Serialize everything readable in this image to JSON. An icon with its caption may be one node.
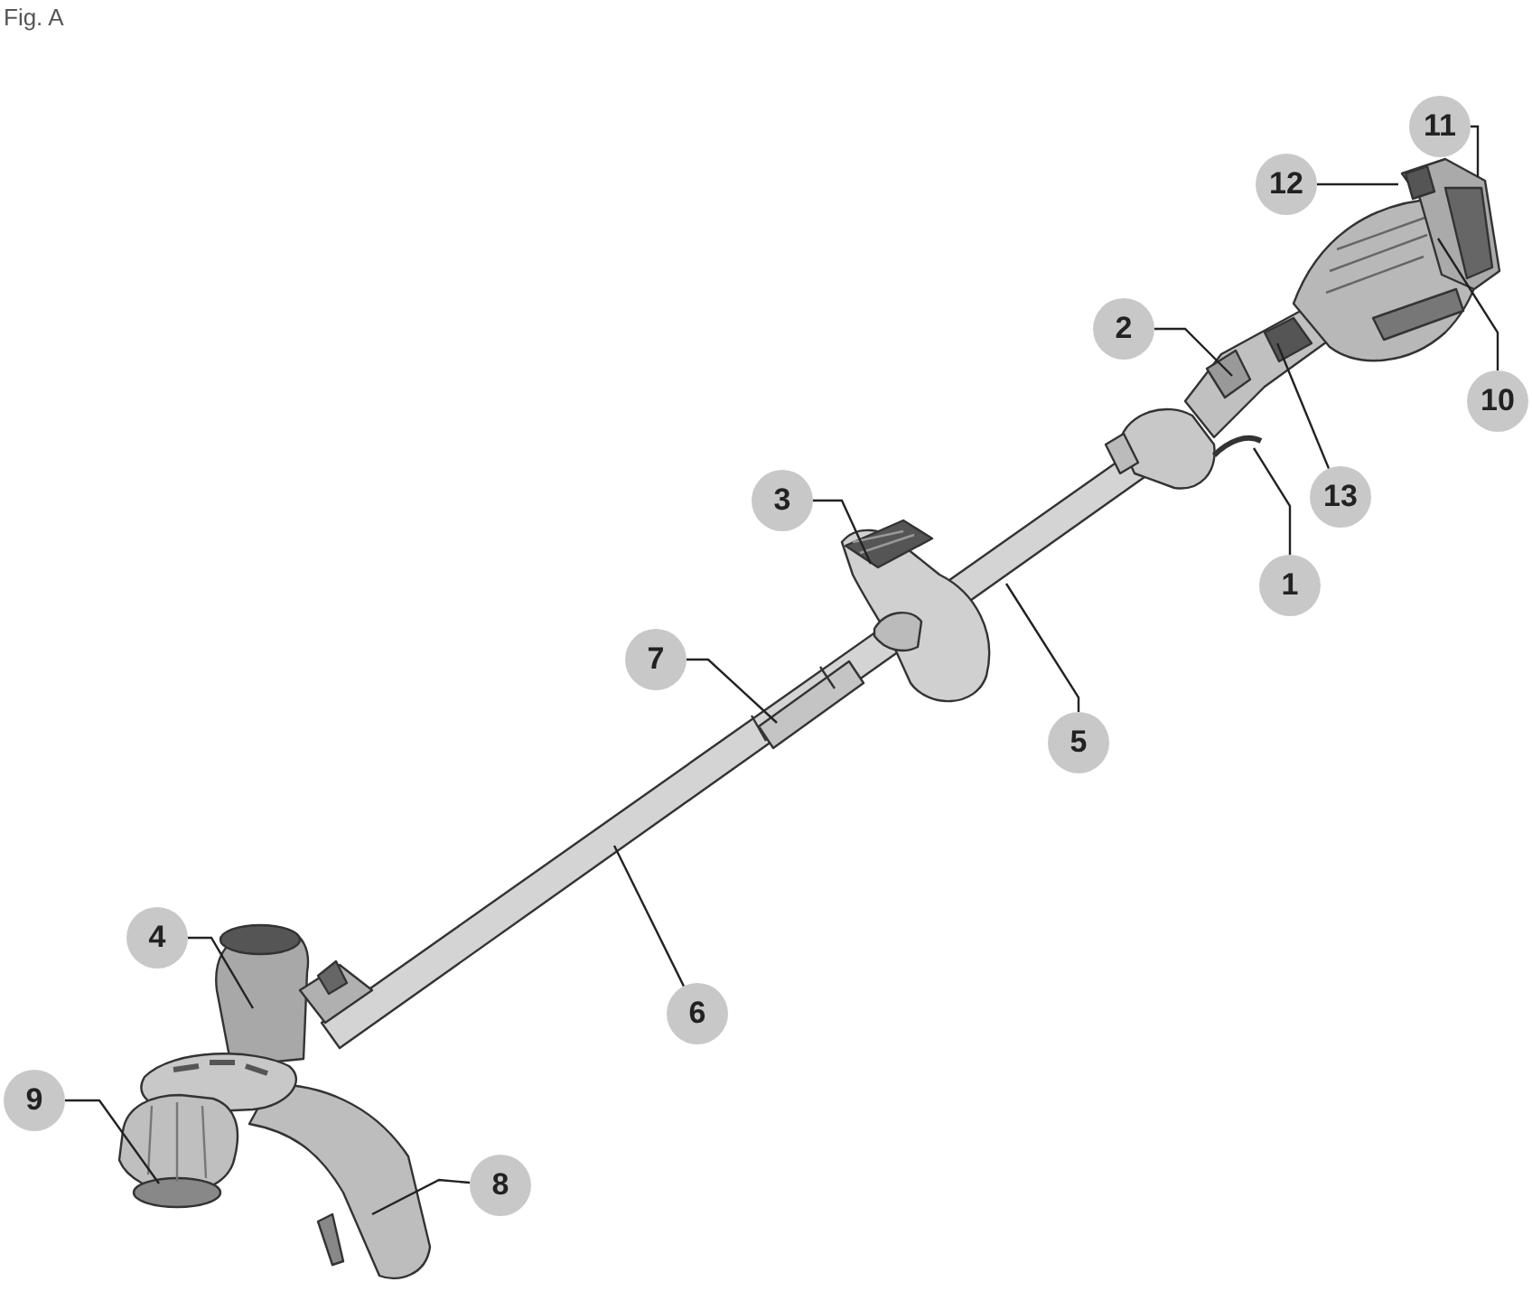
{
  "diagram": {
    "title": "Fig. A",
    "nodes": [
      {
        "text": [
          "11"
        ]
      },
      {
        "text": [
          "12"
        ]
      },
      {
        "text": [
          "2"
        ]
      },
      {
        "text": [
          "10"
        ]
      },
      {
        "text": [
          "13"
        ]
      },
      {
        "text": [
          "3"
        ]
      },
      {
        "text": [
          "1"
        ]
      },
      {
        "text": [
          "7"
        ]
      },
      {
        "text": [
          "5"
        ]
      },
      {
        "text": [
          "4"
        ]
      },
      {
        "text": [
          "6"
        ]
      },
      {
        "text": [
          "9"
        ]
      },
      {
        "text": [
          "8"
        ]
      }
    ],
    "edges": [
      {
        "from": 0,
        "to": null,
        "arrow": "none"
      },
      {
        "from": 1,
        "to": null,
        "arrow": "none"
      },
      {
        "from": 2,
        "to": null,
        "arrow": "none"
      },
      {
        "from": 3,
        "to": null,
        "arrow": "none"
      },
      {
        "from": 4,
        "to": null,
        "arrow": "none"
      },
      {
        "from": 5,
        "to": null,
        "arrow": "none"
      },
      {
        "from": 6,
        "to": null,
        "arrow": "none"
      },
      {
        "from": 7,
        "to": null,
        "arrow": "none"
      },
      {
        "from": 8,
        "to": null,
        "arrow": "none"
      },
      {
        "from": 9,
        "to": null,
        "arrow": "none"
      },
      {
        "from": 10,
        "to": null,
        "arrow": "none"
      },
      {
        "from": 11,
        "to": null,
        "arrow": "none"
      },
      {
        "from": 12,
        "to": null,
        "arrow": "none"
      }
    ]
  }
}
